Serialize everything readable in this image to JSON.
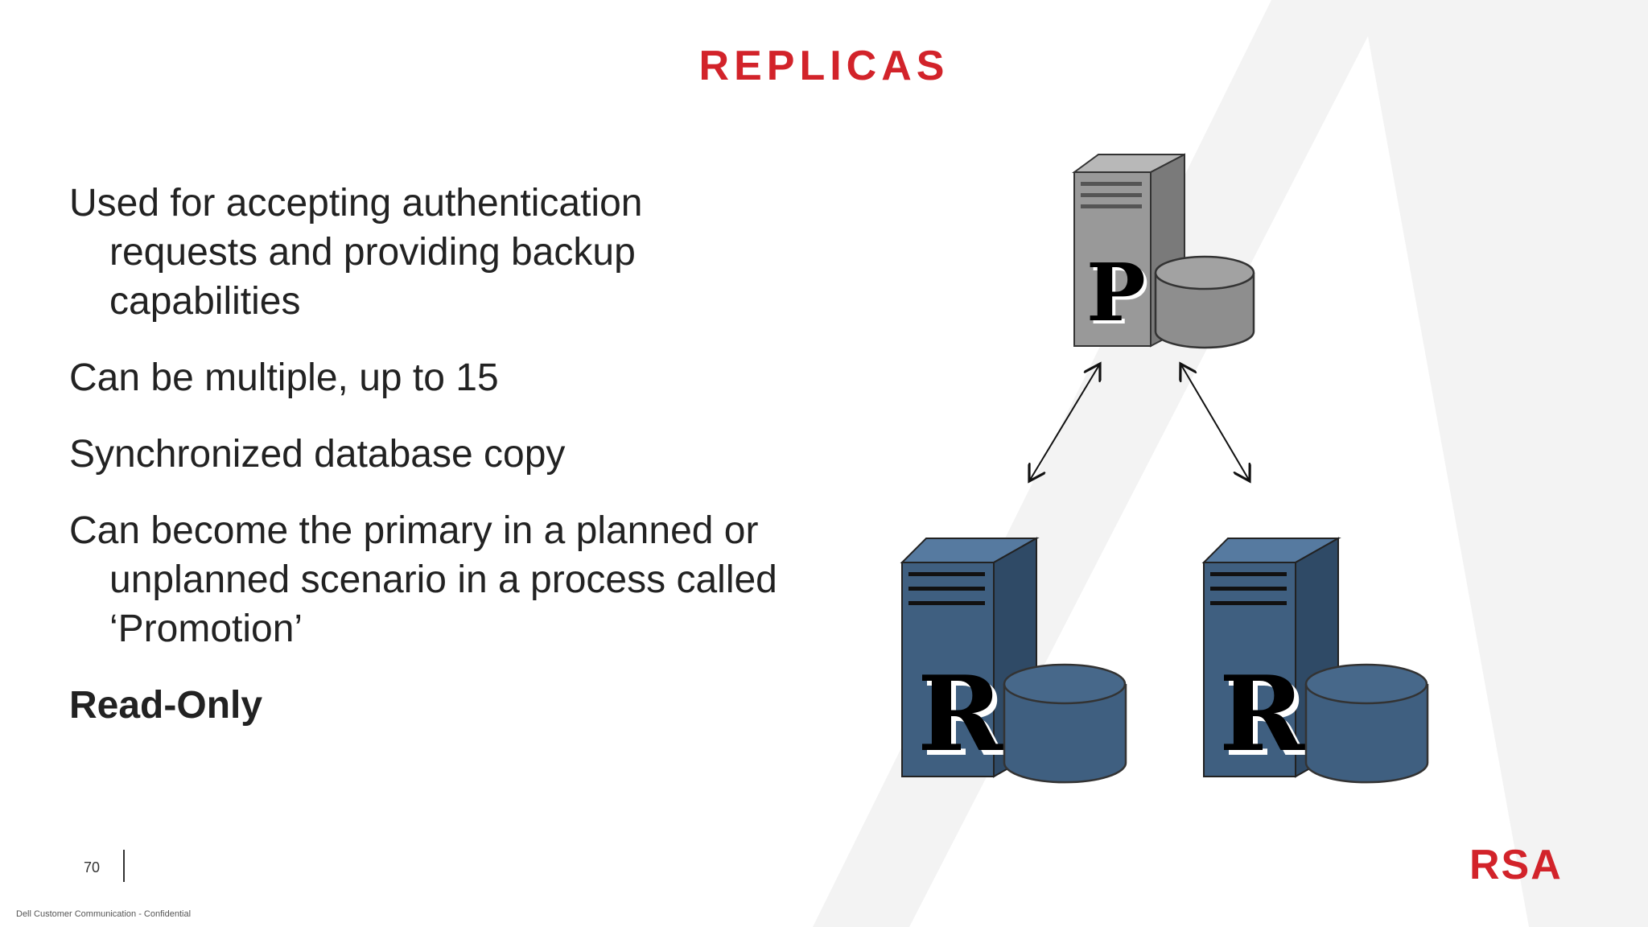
{
  "slide": {
    "title": "REPLICAS",
    "page_number": "70",
    "footer": "Dell Customer Communication - Confidential",
    "logo": "RSA"
  },
  "bullets": [
    "Used for accepting authentication requests and providing backup capabilities",
    "Can be multiple, up to 15",
    "Synchronized database copy",
    "Can become the primary in a planned or unplanned scenario in a process called ‘Promotion’",
    "Read-Only"
  ],
  "diagram": {
    "primary_label": "P",
    "replica_labels": [
      "R",
      "R"
    ]
  },
  "colors": {
    "accent": "#d2232a",
    "primary_server": "#999999",
    "replica_server": "#3f5f80"
  }
}
